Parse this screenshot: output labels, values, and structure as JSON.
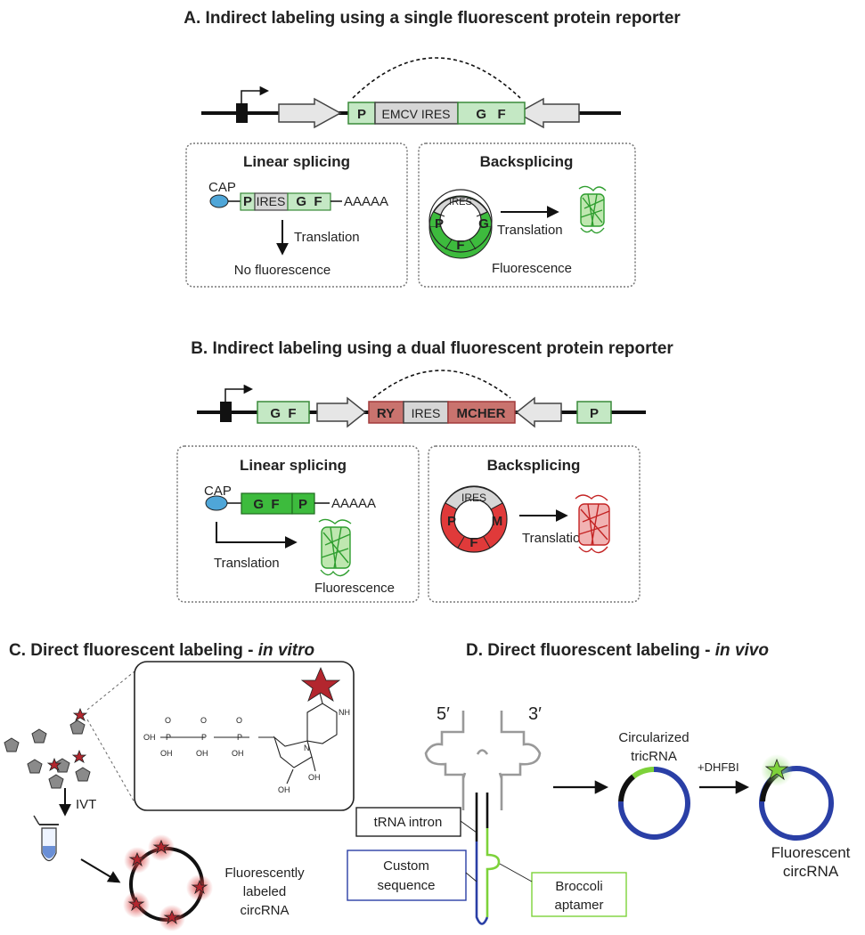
{
  "panelA": {
    "title": "A. Indirect labeling using a single fluorescent protein reporter",
    "construct": {
      "p": "P",
      "ires": "EMCV IRES",
      "gf": "G   F"
    },
    "linear": {
      "title": "Linear splicing",
      "cap": "CAP",
      "p": "P",
      "ires": "IRES",
      "gf": "G  F",
      "polyA": "AAAAA",
      "translation": "Translation",
      "result": "No fluorescence"
    },
    "back": {
      "title": "Backsplicing",
      "ires": "IRES",
      "p": "P",
      "g": "G",
      "f": "F",
      "translation": "Translation",
      "result": "Fluorescence"
    }
  },
  "panelB": {
    "title": "B. Indirect labeling using a dual fluorescent protein reporter",
    "construct": {
      "gf": "G  F",
      "ry": "RY",
      "ires": "IRES",
      "mcher": "MCHER",
      "p": "P"
    },
    "linear": {
      "title": "Linear splicing",
      "cap": "CAP",
      "gf": "G  F",
      "p": "P",
      "polyA": "AAAAA",
      "translation": "Translation",
      "result": "Fluorescence"
    },
    "back": {
      "title": "Backsplicing",
      "ires": "IRES",
      "p": "P",
      "m": "M",
      "f": "F",
      "translation": "Translation"
    }
  },
  "panelC": {
    "title_prefix": "C.  Direct fluorescent labeling - ",
    "title_em": "in vitro",
    "ivt": "IVT",
    "result_lines": [
      "Fluorescently",
      "labeled",
      "circRNA"
    ],
    "chem": {
      "oh": "OH",
      "o": "O",
      "p": "P",
      "nh": "NH",
      "n": "N"
    }
  },
  "panelD": {
    "title_prefix": "D. Direct fluorescent labeling - ",
    "title_em": "in vivo",
    "five": "5′",
    "three": "3′",
    "circ_lines": [
      "Circularized",
      "tricRNA"
    ],
    "dye": "+DHFBI",
    "result_lines": [
      "Fluorescent",
      "circRNA"
    ],
    "trna_intron": "tRNA intron",
    "custom_lines": [
      "Custom",
      "sequence"
    ],
    "broccoli_lines": [
      "Broccoli",
      "aptamer"
    ]
  },
  "colors": {
    "light_green": "#c4e8c4",
    "green": "#3dbb3d",
    "red": "#e03a3a",
    "rose": "#c9736e",
    "gray_box": "#d6d6d6",
    "blue": "#2a3fa6",
    "lime": "#7dd23a",
    "cap_blue": "#4fa6d8",
    "star_red": "#b3262e"
  }
}
